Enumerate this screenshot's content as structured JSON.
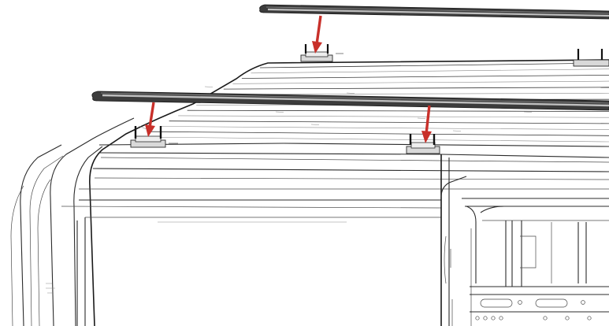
{
  "diagram": {
    "colors": {
      "arrow": "#c8302a",
      "rail_dark": "#3c3c3c",
      "rail_light": "#bfbfbf",
      "outline": "#2b2b2b",
      "background": "#ffffff"
    },
    "rails": [
      {
        "id": "rear-roof-rail"
      },
      {
        "id": "front-roof-rail"
      }
    ],
    "mounting_feet": [
      {
        "id": "foot-rear-left",
        "marked": true
      },
      {
        "id": "foot-front-left",
        "marked": true
      },
      {
        "id": "foot-front-right",
        "marked": true
      },
      {
        "id": "foot-rear-right",
        "marked": false
      }
    ],
    "arrows": [
      {
        "id": "arrow-rear-left"
      },
      {
        "id": "arrow-front-left"
      },
      {
        "id": "arrow-front-right"
      }
    ]
  }
}
